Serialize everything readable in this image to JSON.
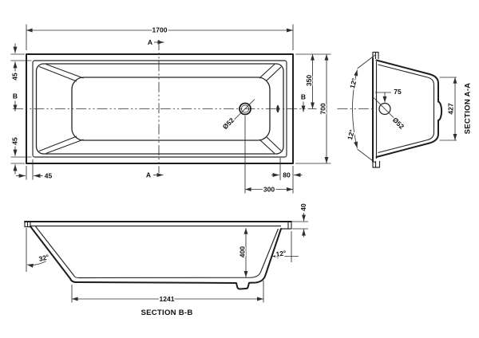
{
  "colors": {
    "background": "#ffffff",
    "outline": "#1d1d1d",
    "dimension_lines": "#2f2f2f",
    "text": "#101010"
  },
  "plan": {
    "label_a_top": "A",
    "label_a_bottom": "A",
    "label_b_left": "B",
    "label_b_right": "B",
    "dim_overall_length": "1700",
    "dim_overall_width": "700",
    "dim_center_width": "350",
    "dim_rim_top": "45",
    "dim_rim_bottom": "45",
    "dim_rim_end": "45",
    "dim_drain_to_edge": "80",
    "dim_drain_to_end": "300",
    "label_drain_diameter": "Ø52"
  },
  "section_aa": {
    "title": "SECTION A-A",
    "dim_depth": "427",
    "dim_drain_offset": "75",
    "label_drain_diameter": "Ø52",
    "angle_top": "12°",
    "angle_bottom": "12°"
  },
  "section_bb": {
    "title": "SECTION B-B",
    "dim_base_length": "1241",
    "dim_inner_depth": "400",
    "dim_rim_height": "40",
    "angle_head": "32°",
    "angle_foot": "12°"
  }
}
